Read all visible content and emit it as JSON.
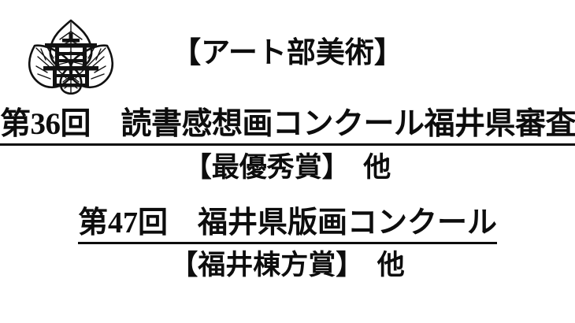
{
  "document": {
    "background_color": "#ffffff",
    "text_color": "#0d0d0d"
  },
  "crest": {
    "name": "school-crest-kamon",
    "description": "three-leaf kamon crest",
    "center_character": "髙",
    "stroke_color": "#111111"
  },
  "content": {
    "heading": "【アート部美術】",
    "award_1": {
      "title": "第36回　読書感想画コンクール福井県審査",
      "result": "【最優秀賞】　他"
    },
    "award_2": {
      "title": "第47回　福井県版画コンクール",
      "result": "【福井棟方賞】　他"
    }
  }
}
